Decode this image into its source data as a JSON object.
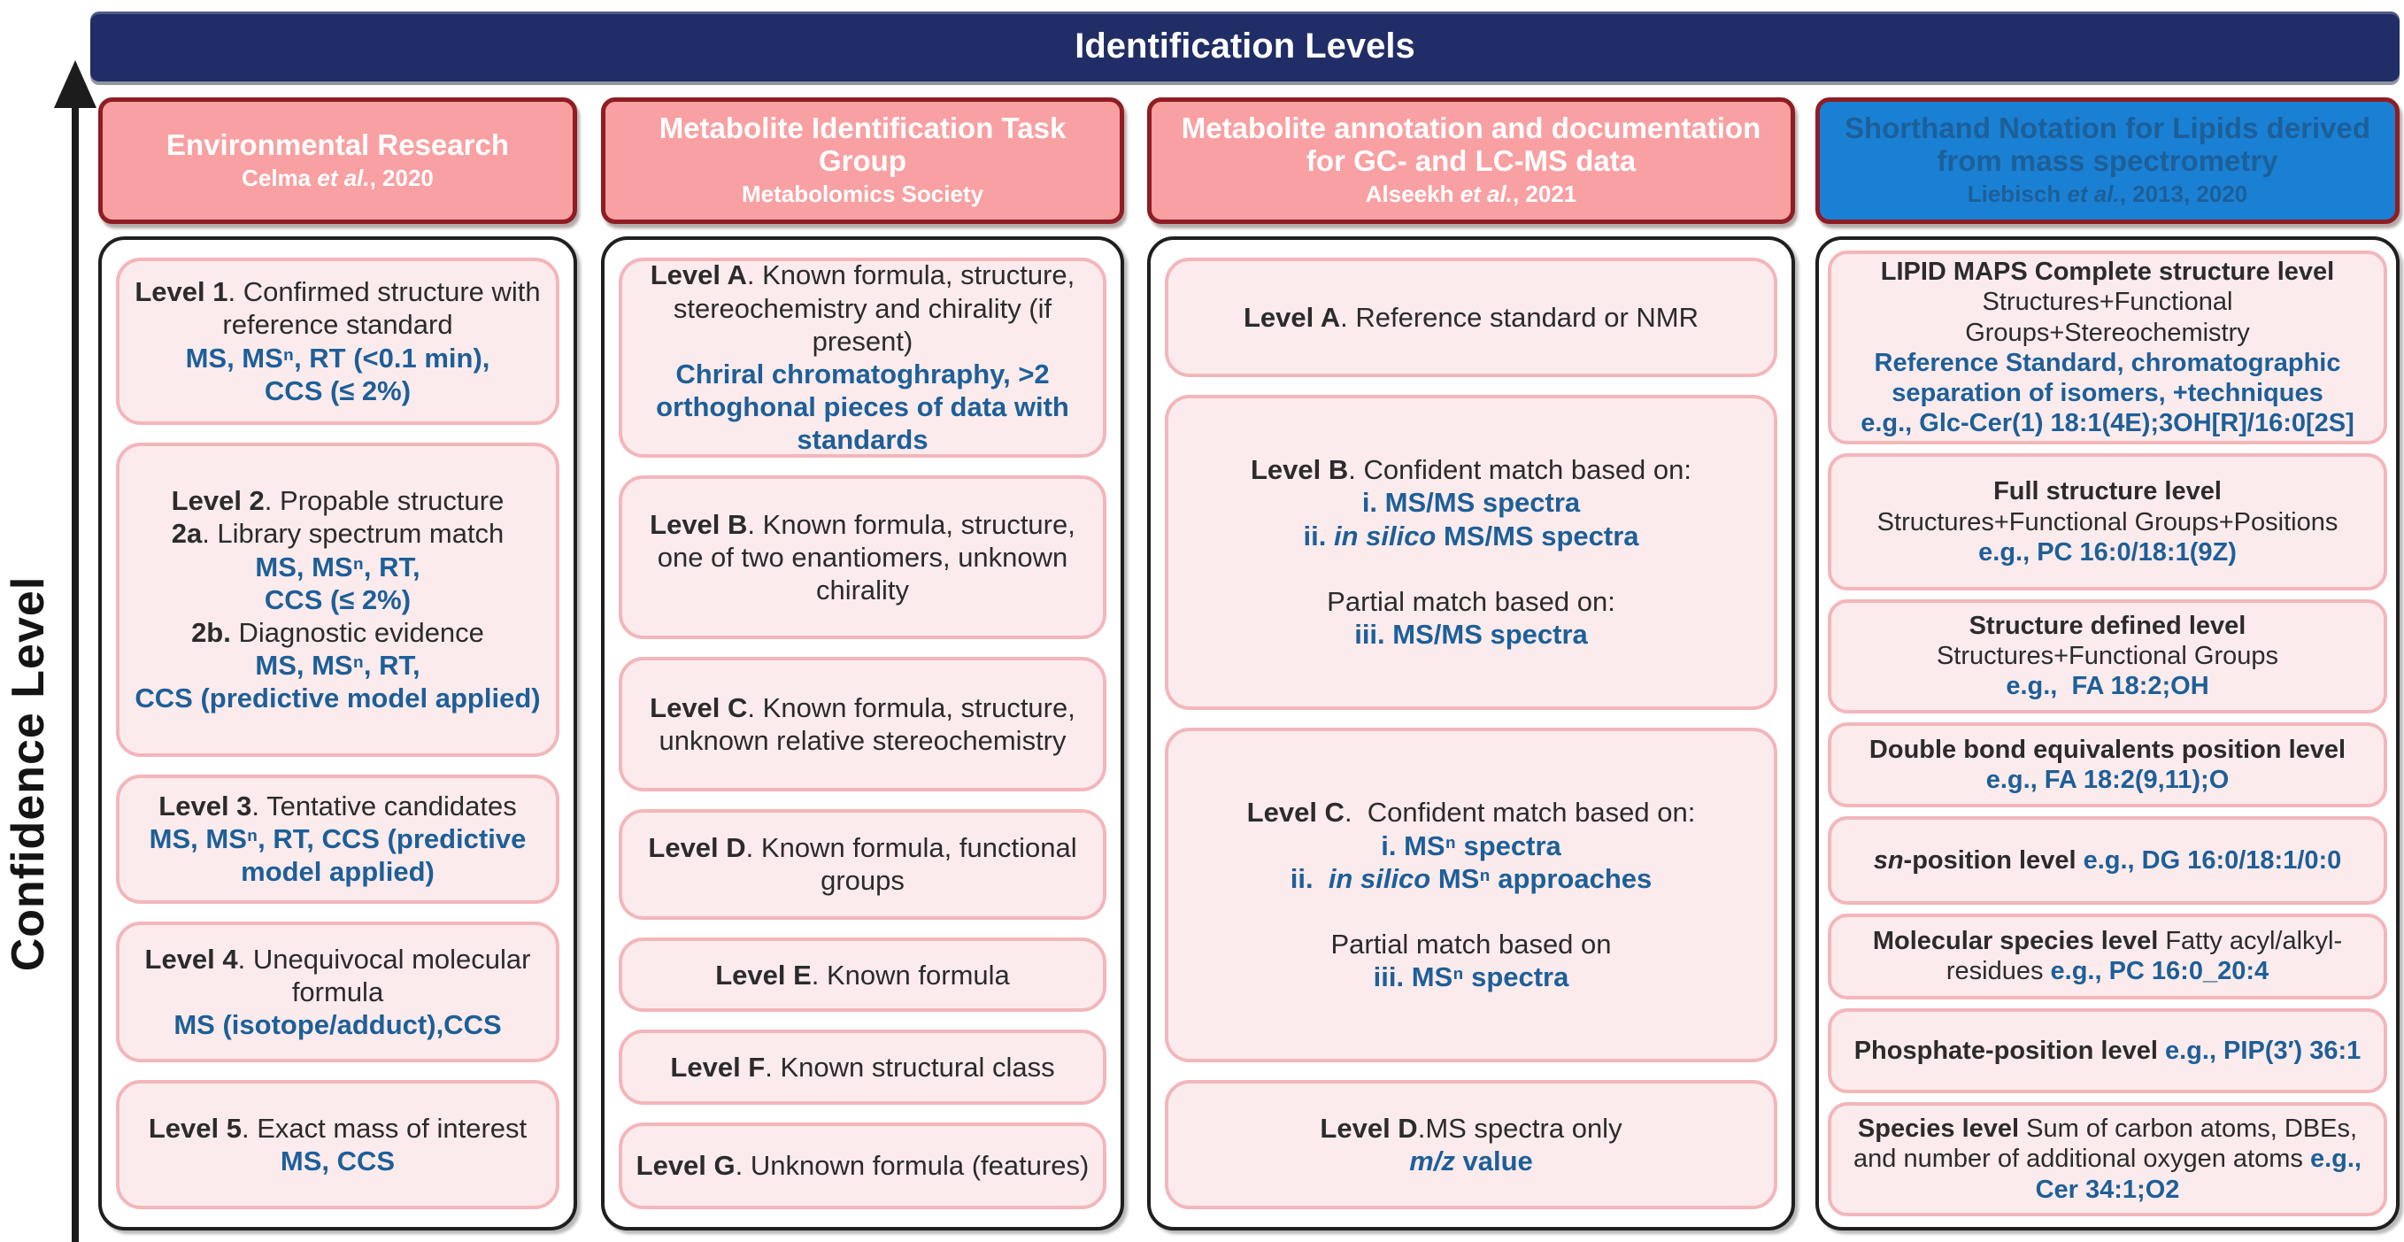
{
  "banner": {
    "title": "Identification Levels"
  },
  "axis": {
    "label": "Confidence Level"
  },
  "colors": {
    "banner_bg": "#202d66",
    "header_pink": "#f9a0a2",
    "header_blue": "#1a80d4",
    "header_border": "#8f1d23",
    "box_bg": "#fcebec",
    "box_border": "#f3b6ba",
    "container_border": "#1f1f1f",
    "text_blue": "#1d5f98",
    "text_black": "#2b2b2b"
  },
  "columns": [
    {
      "id": "environmental-research",
      "header": {
        "variant": "pink",
        "title_runs": [
          {
            "t": "Environmental Research",
            "c": ""
          }
        ],
        "subtitle_runs": [
          {
            "t": "Celma ",
            "c": ""
          },
          {
            "t": "et al.",
            "c": "i"
          },
          {
            "t": ", 2020",
            "c": ""
          }
        ]
      },
      "boxes": [
        {
          "name": "level-1",
          "grow": 1.35,
          "lines": [
            [
              {
                "t": "Level 1",
                "c": "b"
              },
              {
                "t": ". Confirmed structure with reference standard",
                "c": ""
              }
            ],
            [
              {
                "t": "MS, MSⁿ, RT (<0.1 min),",
                "c": "blue b"
              }
            ],
            [
              {
                "t": "CCS (≤ 2%)",
                "c": "blue b"
              }
            ]
          ]
        },
        {
          "name": "level-2",
          "grow": 2.7,
          "lines": [
            [
              {
                "t": "Level 2",
                "c": "b"
              },
              {
                "t": ". Propable structure",
                "c": ""
              }
            ],
            [
              {
                "t": "2a",
                "c": "b"
              },
              {
                "t": ". Library spectrum match",
                "c": ""
              }
            ],
            [
              {
                "t": "MS, MSⁿ, RT,",
                "c": "blue b"
              }
            ],
            [
              {
                "t": "CCS (≤ 2%)",
                "c": "blue b"
              }
            ],
            [
              {
                "t": "2b.",
                "c": "b"
              },
              {
                "t": " Diagnostic evidence",
                "c": ""
              }
            ],
            [
              {
                "t": "MS, MSⁿ, RT,",
                "c": "blue b"
              }
            ],
            [
              {
                "t": "CCS (predictive model applied)",
                "c": "blue b"
              }
            ]
          ]
        },
        {
          "name": "level-3",
          "grow": 1.0,
          "lines": [
            [
              {
                "t": "Level 3",
                "c": "b"
              },
              {
                "t": ". Tentative candidates",
                "c": ""
              }
            ],
            [
              {
                "t": "MS, MSⁿ, RT, CCS (predictive model applied)",
                "c": "blue b"
              }
            ]
          ]
        },
        {
          "name": "level-4",
          "grow": 1.1,
          "lines": [
            [
              {
                "t": "Level 4",
                "c": "b"
              },
              {
                "t": ". Unequivocal molecular formula",
                "c": ""
              }
            ],
            [
              {
                "t": "MS (isotope/adduct),CCS",
                "c": "blue b"
              }
            ]
          ]
        },
        {
          "name": "level-5",
          "grow": 1.0,
          "lines": [
            [
              {
                "t": "Level 5",
                "c": "b"
              },
              {
                "t": ". Exact mass of interest",
                "c": ""
              }
            ],
            [
              {
                "t": "MS, CCS",
                "c": "blue b"
              }
            ]
          ]
        }
      ]
    },
    {
      "id": "metabolite-identification-task-group",
      "header": {
        "variant": "pink",
        "title_runs": [
          {
            "t": "Metabolite Identification Task Group",
            "c": ""
          }
        ],
        "subtitle_runs": [
          {
            "t": "Metabolomics Society",
            "c": ""
          }
        ]
      },
      "boxes": [
        {
          "name": "level-a",
          "grow": 3.0,
          "lines": [
            [
              {
                "t": "Level A",
                "c": "b"
              },
              {
                "t": ". Known formula, structure, stereochemistry and chirality (if present)",
                "c": ""
              }
            ],
            [
              {
                "t": "Chriral chromatoghraphy, >2 orthoghonal pieces of data with standards",
                "c": "blue b"
              }
            ]
          ]
        },
        {
          "name": "level-b",
          "grow": 2.4,
          "lines": [
            [
              {
                "t": "Level B",
                "c": "b"
              },
              {
                "t": ". Known formula, structure, one of two enantiomers, unknown chirality",
                "c": ""
              }
            ]
          ]
        },
        {
          "name": "level-c",
          "grow": 1.9,
          "lines": [
            [
              {
                "t": "Level C",
                "c": "b"
              },
              {
                "t": ". Known formula, structure, unknown relative stereochemistry",
                "c": ""
              }
            ]
          ]
        },
        {
          "name": "level-d",
          "grow": 1.5,
          "lines": [
            [
              {
                "t": "Level D",
                "c": "b"
              },
              {
                "t": ". Known formula, functional groups",
                "c": ""
              }
            ]
          ]
        },
        {
          "name": "level-e",
          "grow": 0.9,
          "lines": [
            [
              {
                "t": "Level E",
                "c": "b"
              },
              {
                "t": ". Known formula",
                "c": ""
              }
            ]
          ]
        },
        {
          "name": "level-f",
          "grow": 0.9,
          "lines": [
            [
              {
                "t": "Level F",
                "c": "b"
              },
              {
                "t": ". Known structural class",
                "c": ""
              }
            ]
          ]
        },
        {
          "name": "level-g",
          "grow": 1.1,
          "lines": [
            [
              {
                "t": "Level G",
                "c": "b"
              },
              {
                "t": ". Unknown formula (features)",
                "c": ""
              }
            ]
          ]
        }
      ]
    },
    {
      "id": "metabolite-annotation-documentation",
      "header": {
        "variant": "pink",
        "title_runs": [
          {
            "t": "Metabolite annotation and documentation for GC- and LC-MS data",
            "c": ""
          }
        ],
        "subtitle_runs": [
          {
            "t": "Alseekh ",
            "c": ""
          },
          {
            "t": "et al.",
            "c": "i"
          },
          {
            "t": ", 2021",
            "c": ""
          }
        ]
      },
      "boxes": [
        {
          "name": "level-a",
          "grow": 1.0,
          "lines": [
            [
              {
                "t": "Level A",
                "c": "b"
              },
              {
                "t": ". Reference standard or NMR",
                "c": ""
              }
            ]
          ]
        },
        {
          "name": "level-b",
          "grow": 3.0,
          "lines": [
            [
              {
                "t": "Level B",
                "c": "b"
              },
              {
                "t": ". Confident match based on:",
                "c": ""
              }
            ],
            [
              {
                "t": "i. MS/MS spectra",
                "c": "blue b"
              }
            ],
            [
              {
                "t": "ii. ",
                "c": "blue b"
              },
              {
                "t": "in silico",
                "c": "blue b i"
              },
              {
                "t": " MS/MS spectra",
                "c": "blue b"
              }
            ],
            [
              {
                "t": " ",
                "c": ""
              }
            ],
            [
              {
                "t": "Partial match based on:",
                "c": ""
              }
            ],
            [
              {
                "t": "iii. MS/MS spectra",
                "c": "blue b"
              }
            ]
          ]
        },
        {
          "name": "level-c",
          "grow": 3.2,
          "lines": [
            [
              {
                "t": "Level C",
                "c": "b"
              },
              {
                "t": ".  Confident match based on:",
                "c": ""
              }
            ],
            [
              {
                "t": "i. MSⁿ spectra",
                "c": "blue b"
              }
            ],
            [
              {
                "t": "ii.  ",
                "c": "blue b"
              },
              {
                "t": "in silico",
                "c": "blue b i"
              },
              {
                "t": " MSⁿ approaches",
                "c": "blue b"
              }
            ],
            [
              {
                "t": " ",
                "c": ""
              }
            ],
            [
              {
                "t": "Partial match based on",
                "c": ""
              }
            ],
            [
              {
                "t": "iii. MSⁿ spectra",
                "c": "blue b"
              }
            ]
          ]
        },
        {
          "name": "level-d",
          "grow": 1.1,
          "lines": [
            [
              {
                "t": "Level D",
                "c": "b"
              },
              {
                "t": ".MS spectra only",
                "c": ""
              }
            ],
            [
              {
                "t": "m/z",
                "c": "blue b i"
              },
              {
                "t": " value",
                "c": "blue b"
              }
            ]
          ]
        }
      ]
    },
    {
      "id": "shorthand-notation-lipids",
      "header": {
        "variant": "blue",
        "title_runs": [
          {
            "t": "Shorthand Notation for Lipids derived from mass spectrometry",
            "c": ""
          }
        ],
        "subtitle_runs": [
          {
            "t": "Liebisch ",
            "c": ""
          },
          {
            "t": "et al.",
            "c": "i"
          },
          {
            "t": ", 2013, 2020",
            "c": ""
          }
        ]
      },
      "boxes": [
        {
          "name": "lipid-maps-complete-structure-level",
          "grow": 2.7,
          "lines": [
            [
              {
                "t": "LIPID MAPS Complete structure level",
                "c": "b"
              }
            ],
            [
              {
                "t": "Structures+Functional Groups+Stereochemistry",
                "c": ""
              }
            ],
            [
              {
                "t": "Reference Standard, chromatographic separation of isomers, +techniques",
                "c": "blue b"
              }
            ],
            [
              {
                "t": "e.g., Glc-Cer(1) 18:1(4E);3OH[R]/16:0[2S]",
                "c": "blue b"
              }
            ]
          ]
        },
        {
          "name": "full-structure-level",
          "grow": 1.8,
          "lines": [
            [
              {
                "t": "Full structure level",
                "c": "b"
              }
            ],
            [
              {
                "t": "Structures+Functional Groups+Positions",
                "c": ""
              }
            ],
            [
              {
                "t": "e.g., PC 16:0/18:1(9Z)",
                "c": "blue b"
              }
            ]
          ]
        },
        {
          "name": "structure-defined-level",
          "grow": 1.45,
          "lines": [
            [
              {
                "t": "Structure defined level",
                "c": "b"
              }
            ],
            [
              {
                "t": "Structures+Functional Groups",
                "c": ""
              }
            ],
            [
              {
                "t": "e.g.,  FA 18:2;OH",
                "c": "blue b"
              }
            ]
          ]
        },
        {
          "name": "double-bond-equivalents-position-level",
          "grow": 1.0,
          "lines": [
            [
              {
                "t": "Double bond equivalents position level ",
                "c": "b"
              },
              {
                "t": "e.g., FA 18:2(9,11);O",
                "c": "blue b"
              }
            ]
          ]
        },
        {
          "name": "sn-position-level",
          "grow": 1.05,
          "lines": [
            [
              {
                "t": "sn",
                "c": "b i"
              },
              {
                "t": "-position level ",
                "c": "b"
              },
              {
                "t": "e.g., DG 16:0/18:1/0:0",
                "c": "blue b"
              }
            ]
          ]
        },
        {
          "name": "molecular-species-level",
          "grow": 1.0,
          "lines": [
            [
              {
                "t": "Molecular species level",
                "c": "b"
              },
              {
                "t": " Fatty acyl/alkyl-residues ",
                "c": ""
              },
              {
                "t": "e.g., PC 16:0_20:4",
                "c": "blue b"
              }
            ]
          ]
        },
        {
          "name": "phosphate-position-level",
          "grow": 1.0,
          "lines": [
            [
              {
                "t": "Phosphate-position level ",
                "c": "b"
              },
              {
                "t": "e.g., PIP(3′) 36:1",
                "c": "blue b"
              }
            ]
          ]
        },
        {
          "name": "species-level",
          "grow": 1.45,
          "lines": [
            [
              {
                "t": "Species level",
                "c": "b"
              },
              {
                "t": " Sum of carbon atoms, DBEs, and number of additional oxygen atoms ",
                "c": ""
              },
              {
                "t": "e.g., Cer 34:1;O2",
                "c": "blue b"
              }
            ]
          ]
        }
      ]
    }
  ]
}
